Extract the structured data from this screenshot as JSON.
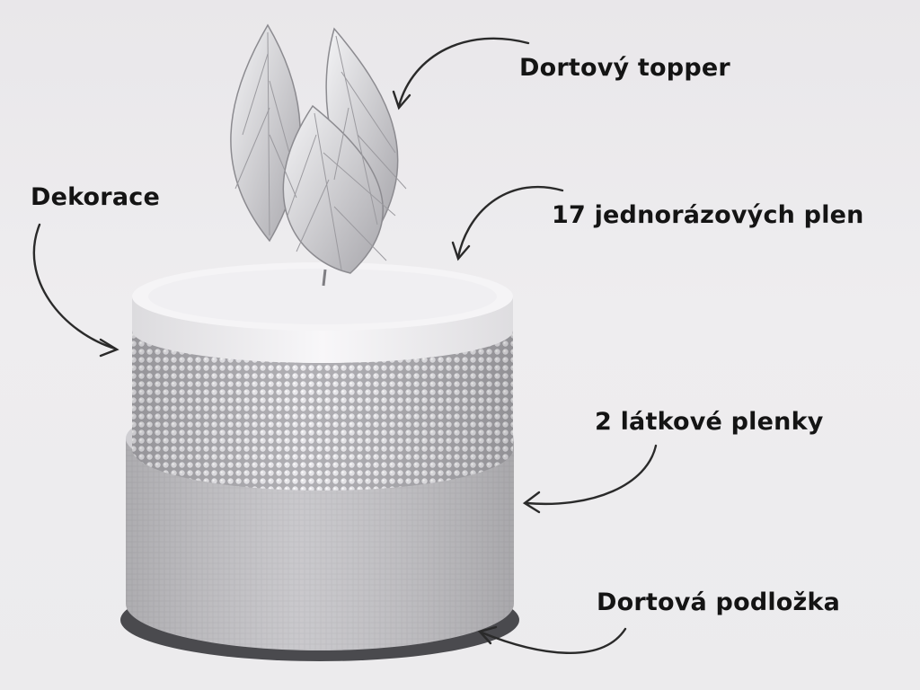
{
  "labels": {
    "topper": "Dortový topper",
    "decoration": "Dekorace",
    "diapers": "17 jednorázových plen",
    "cloth_diapers": "2 látkové plenky",
    "cake_board": "Dortová podložka"
  },
  "colors": {
    "background": "#ebe9ec",
    "text": "#141414",
    "arrow": "#2a2a2a",
    "top_tier": "#f4f3f5",
    "bling_band": "#b9b8bc",
    "fabric": "#c4c3c7",
    "board": "#4a4a4e"
  }
}
